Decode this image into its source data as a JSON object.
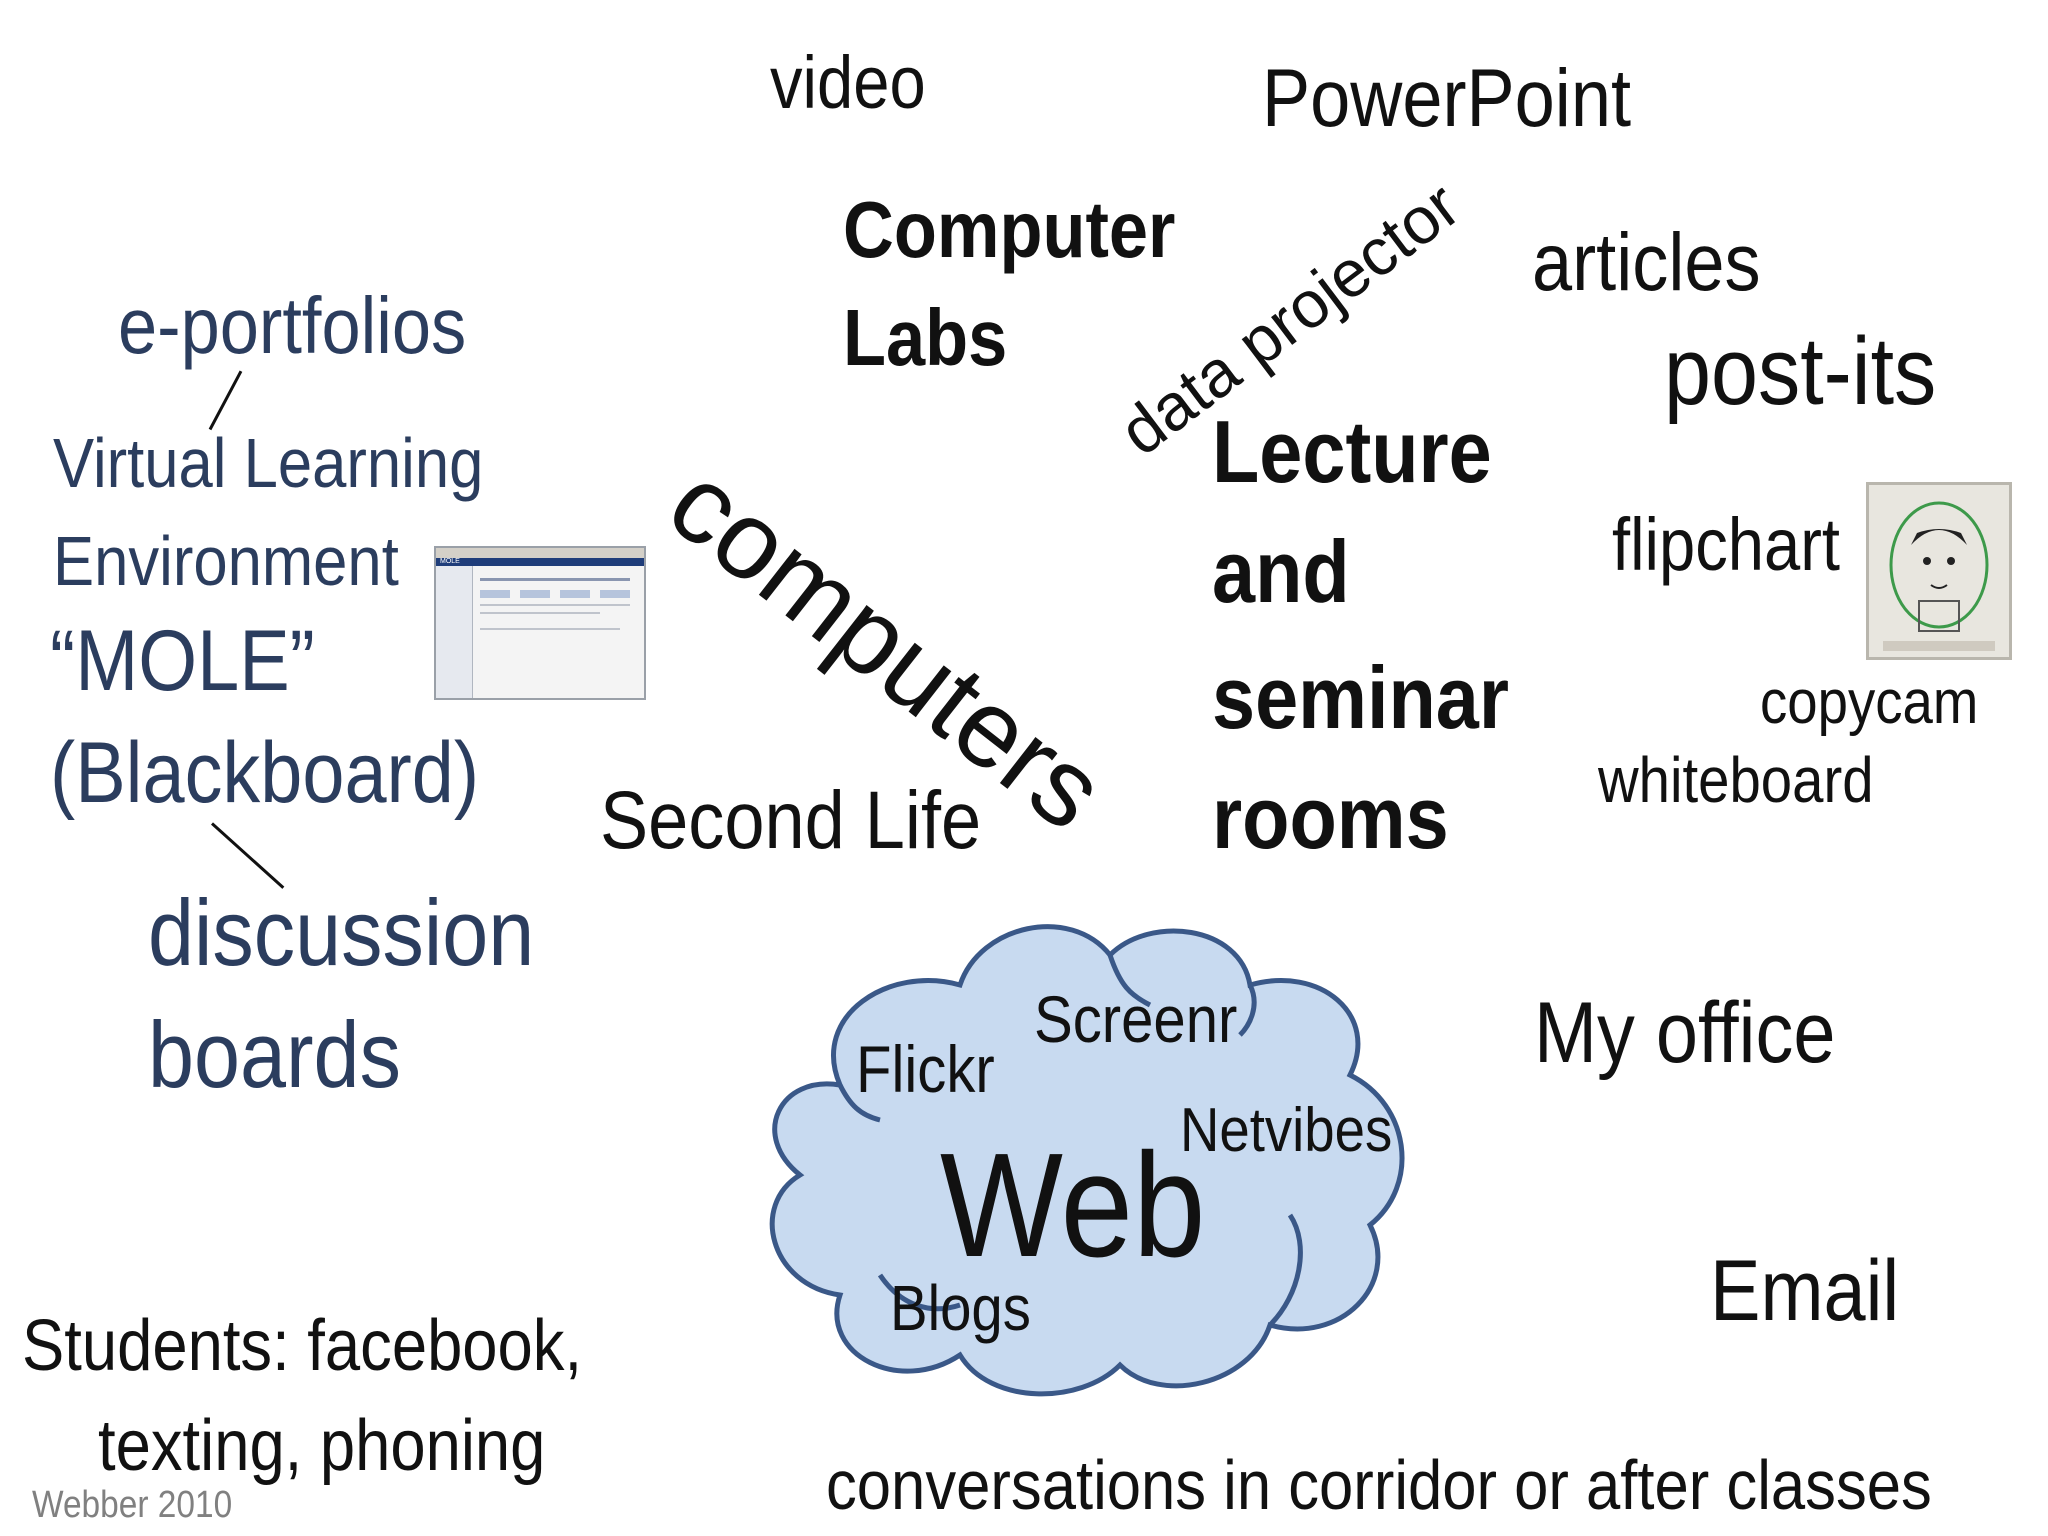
{
  "words": {
    "video": "video",
    "powerpoint": "PowerPoint",
    "computer_labs": [
      "Computer",
      "Labs"
    ],
    "data_projector": "data projector",
    "articles": "articles",
    "post_its": "post-its",
    "e_portfolios": "e-portfolios",
    "vle": [
      "Virtual Learning",
      "Environment"
    ],
    "mole": "“MOLE”",
    "blackboard": "(Blackboard)",
    "discussion_boards": [
      "discussion",
      "boards"
    ],
    "computers": "computers",
    "lecture_rooms": [
      "Lecture",
      "and",
      "seminar",
      "rooms"
    ],
    "flipchart": "flipchart",
    "copycam": "copycam",
    "whiteboard": "whiteboard",
    "second_life": "Second Life",
    "my_office": "My office",
    "email": "Email",
    "students": [
      "Students: facebook,",
      "texting, phoning"
    ],
    "conversations": "conversations in corridor or after classes",
    "credit": "Webber 2010"
  },
  "cloud": {
    "title": "Web",
    "items": [
      "Flickr",
      "Screenr",
      "Netvibes",
      "Blogs"
    ],
    "fill": "#c8daf0",
    "stroke": "#3a5888"
  },
  "vle_screenshot": {
    "header": "MOLE"
  },
  "colors": {
    "text": "#111111",
    "vle_text": "#2b3d5e"
  }
}
